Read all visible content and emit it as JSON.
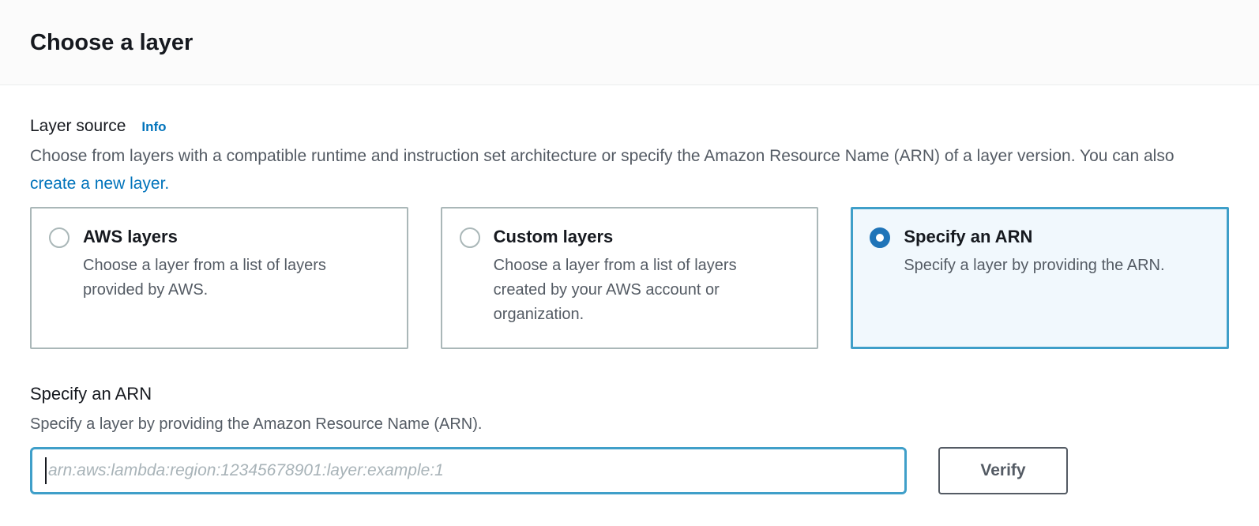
{
  "panel": {
    "title": "Choose a layer"
  },
  "layer_source": {
    "label": "Layer source",
    "info_link": "Info",
    "description": "Choose from layers with a compatible runtime and instruction set architecture or specify the Amazon Resource Name (ARN) of a layer version. You can also ",
    "create_layer_link": "create a new layer.",
    "options": [
      {
        "title": "AWS layers",
        "description": "Choose a layer from a list of layers provided by AWS.",
        "selected": false
      },
      {
        "title": "Custom layers",
        "description": "Choose a layer from a list of layers created by your AWS account or organization.",
        "selected": false
      },
      {
        "title": "Specify an ARN",
        "description": "Specify a layer by providing the ARN.",
        "selected": true
      }
    ]
  },
  "arn_section": {
    "heading": "Specify an ARN",
    "description": "Specify a layer by providing the Amazon Resource Name (ARN).",
    "input_value": "",
    "input_placeholder": "arn:aws:lambda:region:12345678901:layer:example:1",
    "verify_button": "Verify"
  },
  "colors": {
    "link_blue": "#0073bb",
    "radio_selected_blue": "#1f74b8",
    "selected_card_border": "#3f9fc9",
    "selected_card_bg": "#f1f8fd",
    "focus_border": "#3f9fc9",
    "card_border": "#aab7b8",
    "text_dark": "#16191f",
    "text_secondary": "#545b64",
    "header_bg": "#fbfbfb",
    "divider": "#eaeded"
  }
}
